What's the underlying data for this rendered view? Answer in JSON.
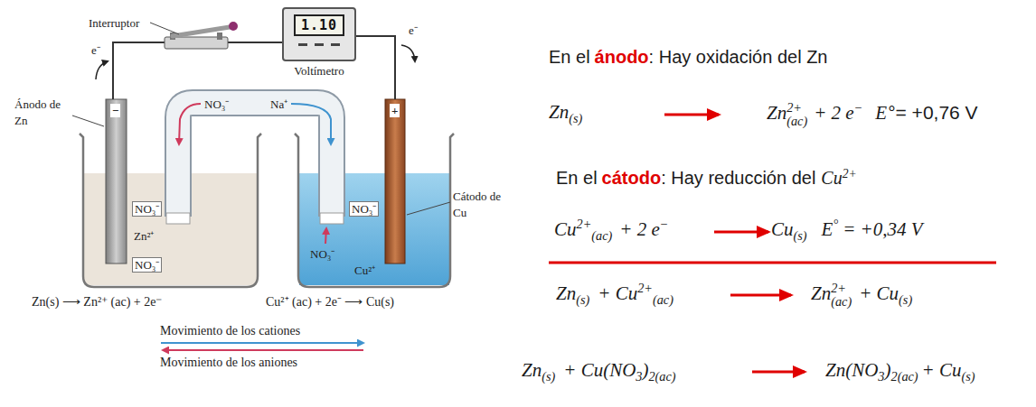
{
  "diagram": {
    "nodes": [
      {
        "text": [
          "1.10",
          "Voltímetro"
        ]
      }
    ],
    "labels": [
      "Interruptor",
      "e⁻",
      "e⁻",
      "Ánodo de Zn",
      "−",
      "+",
      "NO₃⁻",
      "Na⁺",
      "NO₃⁻",
      "Zn²⁺",
      "NO₃⁻",
      "NO₃⁻",
      "NO₃⁻",
      "Cu²⁺",
      "Cátodo de Cu",
      "Zn(s) ⟶ Zn²⁺ (ac) + 2e⁻",
      "Cu²⁺ (ac) + 2e⁻ ⟶ Cu(s)",
      "En el",
      "ánodo",
      ": Hay oxidación del Zn",
      "Zn",
      "(s)",
      "Zn",
      "2+",
      "(ac)",
      "+ 2 e",
      "−",
      "E",
      "°= +0,76 V",
      "En el",
      "cátodo",
      ": Hay reducción del",
      "Cu",
      "2+",
      "Cu",
      "2+",
      "(ac)",
      "+ 2 e",
      "−",
      "Cu",
      "(s)",
      "E",
      "°",
      "= +0,34 V",
      "Zn",
      "(s)",
      "+ Cu",
      "2+",
      "(ac)",
      "Zn",
      "2+",
      "(ac)",
      "+ Cu",
      "(s)",
      "Zn",
      "(s)",
      "+ Cu(NO",
      "3",
      ")",
      "2(ac)",
      "Zn(NO",
      "3",
      ")",
      "2(ac)",
      "+ Cu",
      "(s)"
    ],
    "legend": [
      {
        "text": "Movimiento de los cationes"
      },
      {
        "text": "Movimiento de los aniones"
      }
    ]
  }
}
